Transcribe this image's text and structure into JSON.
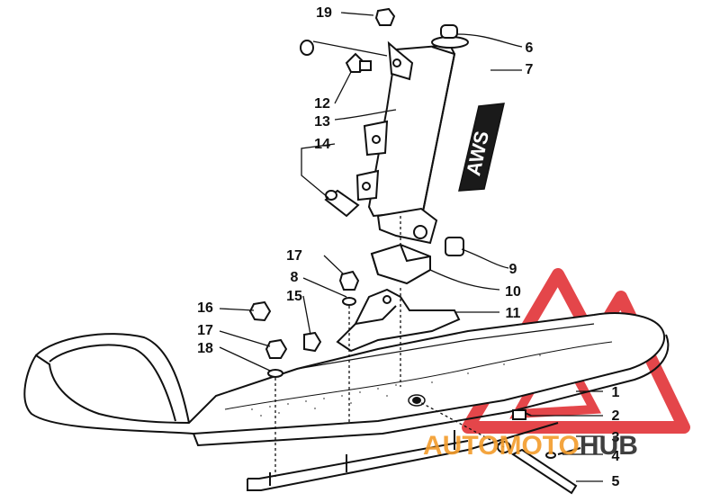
{
  "colors": {
    "line": "#111111",
    "decal": "#1a1a1a",
    "watermark_red": "#e0262b",
    "watermark_orange": "#f39c2b",
    "watermark_dark": "#2b2b2b"
  },
  "decal": {
    "text": "AWS"
  },
  "callouts": [
    {
      "id": "19",
      "label": "19"
    },
    {
      "id": "6",
      "label": "6"
    },
    {
      "id": "7",
      "label": "7"
    },
    {
      "id": "12",
      "label": "12"
    },
    {
      "id": "13",
      "label": "13"
    },
    {
      "id": "14",
      "label": "14"
    },
    {
      "id": "9",
      "label": "9"
    },
    {
      "id": "10",
      "label": "10"
    },
    {
      "id": "11",
      "label": "11"
    },
    {
      "id": "17a",
      "label": "17"
    },
    {
      "id": "8",
      "label": "8"
    },
    {
      "id": "15",
      "label": "15"
    },
    {
      "id": "16",
      "label": "16"
    },
    {
      "id": "17b",
      "label": "17"
    },
    {
      "id": "18",
      "label": "18"
    },
    {
      "id": "1",
      "label": "1"
    },
    {
      "id": "2",
      "label": "2"
    },
    {
      "id": "3",
      "label": "3"
    },
    {
      "id": "4",
      "label": "4"
    },
    {
      "id": "5",
      "label": "5"
    }
  ],
  "watermark": {
    "part1": "AUTO",
    "part2": "MOTO",
    "part3": "HUB"
  }
}
